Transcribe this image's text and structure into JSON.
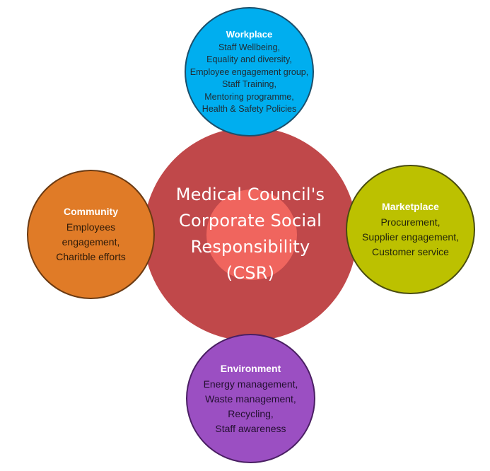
{
  "center": {
    "lines": [
      "Medical Council's",
      "Corporate Social",
      "Responsibility",
      "(CSR)"
    ]
  },
  "workplace": {
    "title": "Workplace",
    "items": [
      "Staff Wellbeing,",
      "Equality and diversity,",
      "Employee engagement group,",
      "Staff Training,",
      "Mentoring programme,",
      "Health & Safety Policies"
    ]
  },
  "community": {
    "title": "Community",
    "items": [
      "Employees",
      "engagement,",
      "Charitble efforts"
    ]
  },
  "marketplace": {
    "title": "Marketplace",
    "items": [
      "Procurement,",
      "Supplier engagement,",
      "Customer service"
    ]
  },
  "environment": {
    "title": "Environment",
    "items": [
      "Energy management,",
      "Waste management,",
      "Recycling,",
      "Staff awareness"
    ]
  },
  "colors": {
    "center": "#c0484a",
    "center_glow": "#f0655e",
    "workplace": "#00aeef",
    "community": "#e07b27",
    "marketplace": "#bcc100",
    "environment": "#9b4fc2"
  }
}
